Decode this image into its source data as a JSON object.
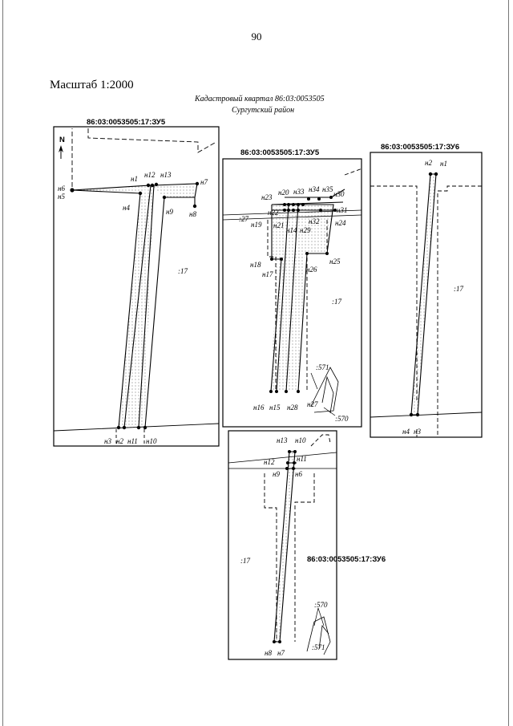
{
  "page_number": "90",
  "scale": "Масштаб 1:2000",
  "quarter": "Кадастровый квартал 86:03:0053505",
  "district": "Сургутский район",
  "north": "N",
  "panels": [
    {
      "title": "86:03:0053505:17:ЗУ5",
      "parcel_label": ":17",
      "points": [
        "н1",
        "н2",
        "н3",
        "н4",
        "н5",
        "н6",
        "н7",
        "н8",
        "н9",
        "н10",
        "н11",
        "н12",
        "н13"
      ]
    },
    {
      "title": "86:03:0053505:17:ЗУ5",
      "parcel_label": ":17",
      "labels": [
        ":27",
        ":571",
        ":570"
      ],
      "points": [
        "н14",
        "н15",
        "н16",
        "н17",
        "н18",
        "н19",
        "н20",
        "н21",
        "н22",
        "н23",
        "н24",
        "н25",
        "н26",
        "н27",
        "н28",
        "н29",
        "н30",
        "н31",
        "н32",
        "н33",
        "н34",
        "н35"
      ]
    },
    {
      "title": "86:03:0053505:17:ЗУ6",
      "parcel_label": ":17",
      "points": [
        "н1",
        "н2",
        "н3",
        "н4"
      ]
    },
    {
      "title": "86:03:0053505:17:ЗУ6",
      "parcel_label": ":17",
      "labels": [
        ":570",
        ":571"
      ],
      "points": [
        "н6",
        "н7",
        "н8",
        "н9",
        "н10",
        "н11",
        "н12",
        "н13"
      ]
    }
  ]
}
